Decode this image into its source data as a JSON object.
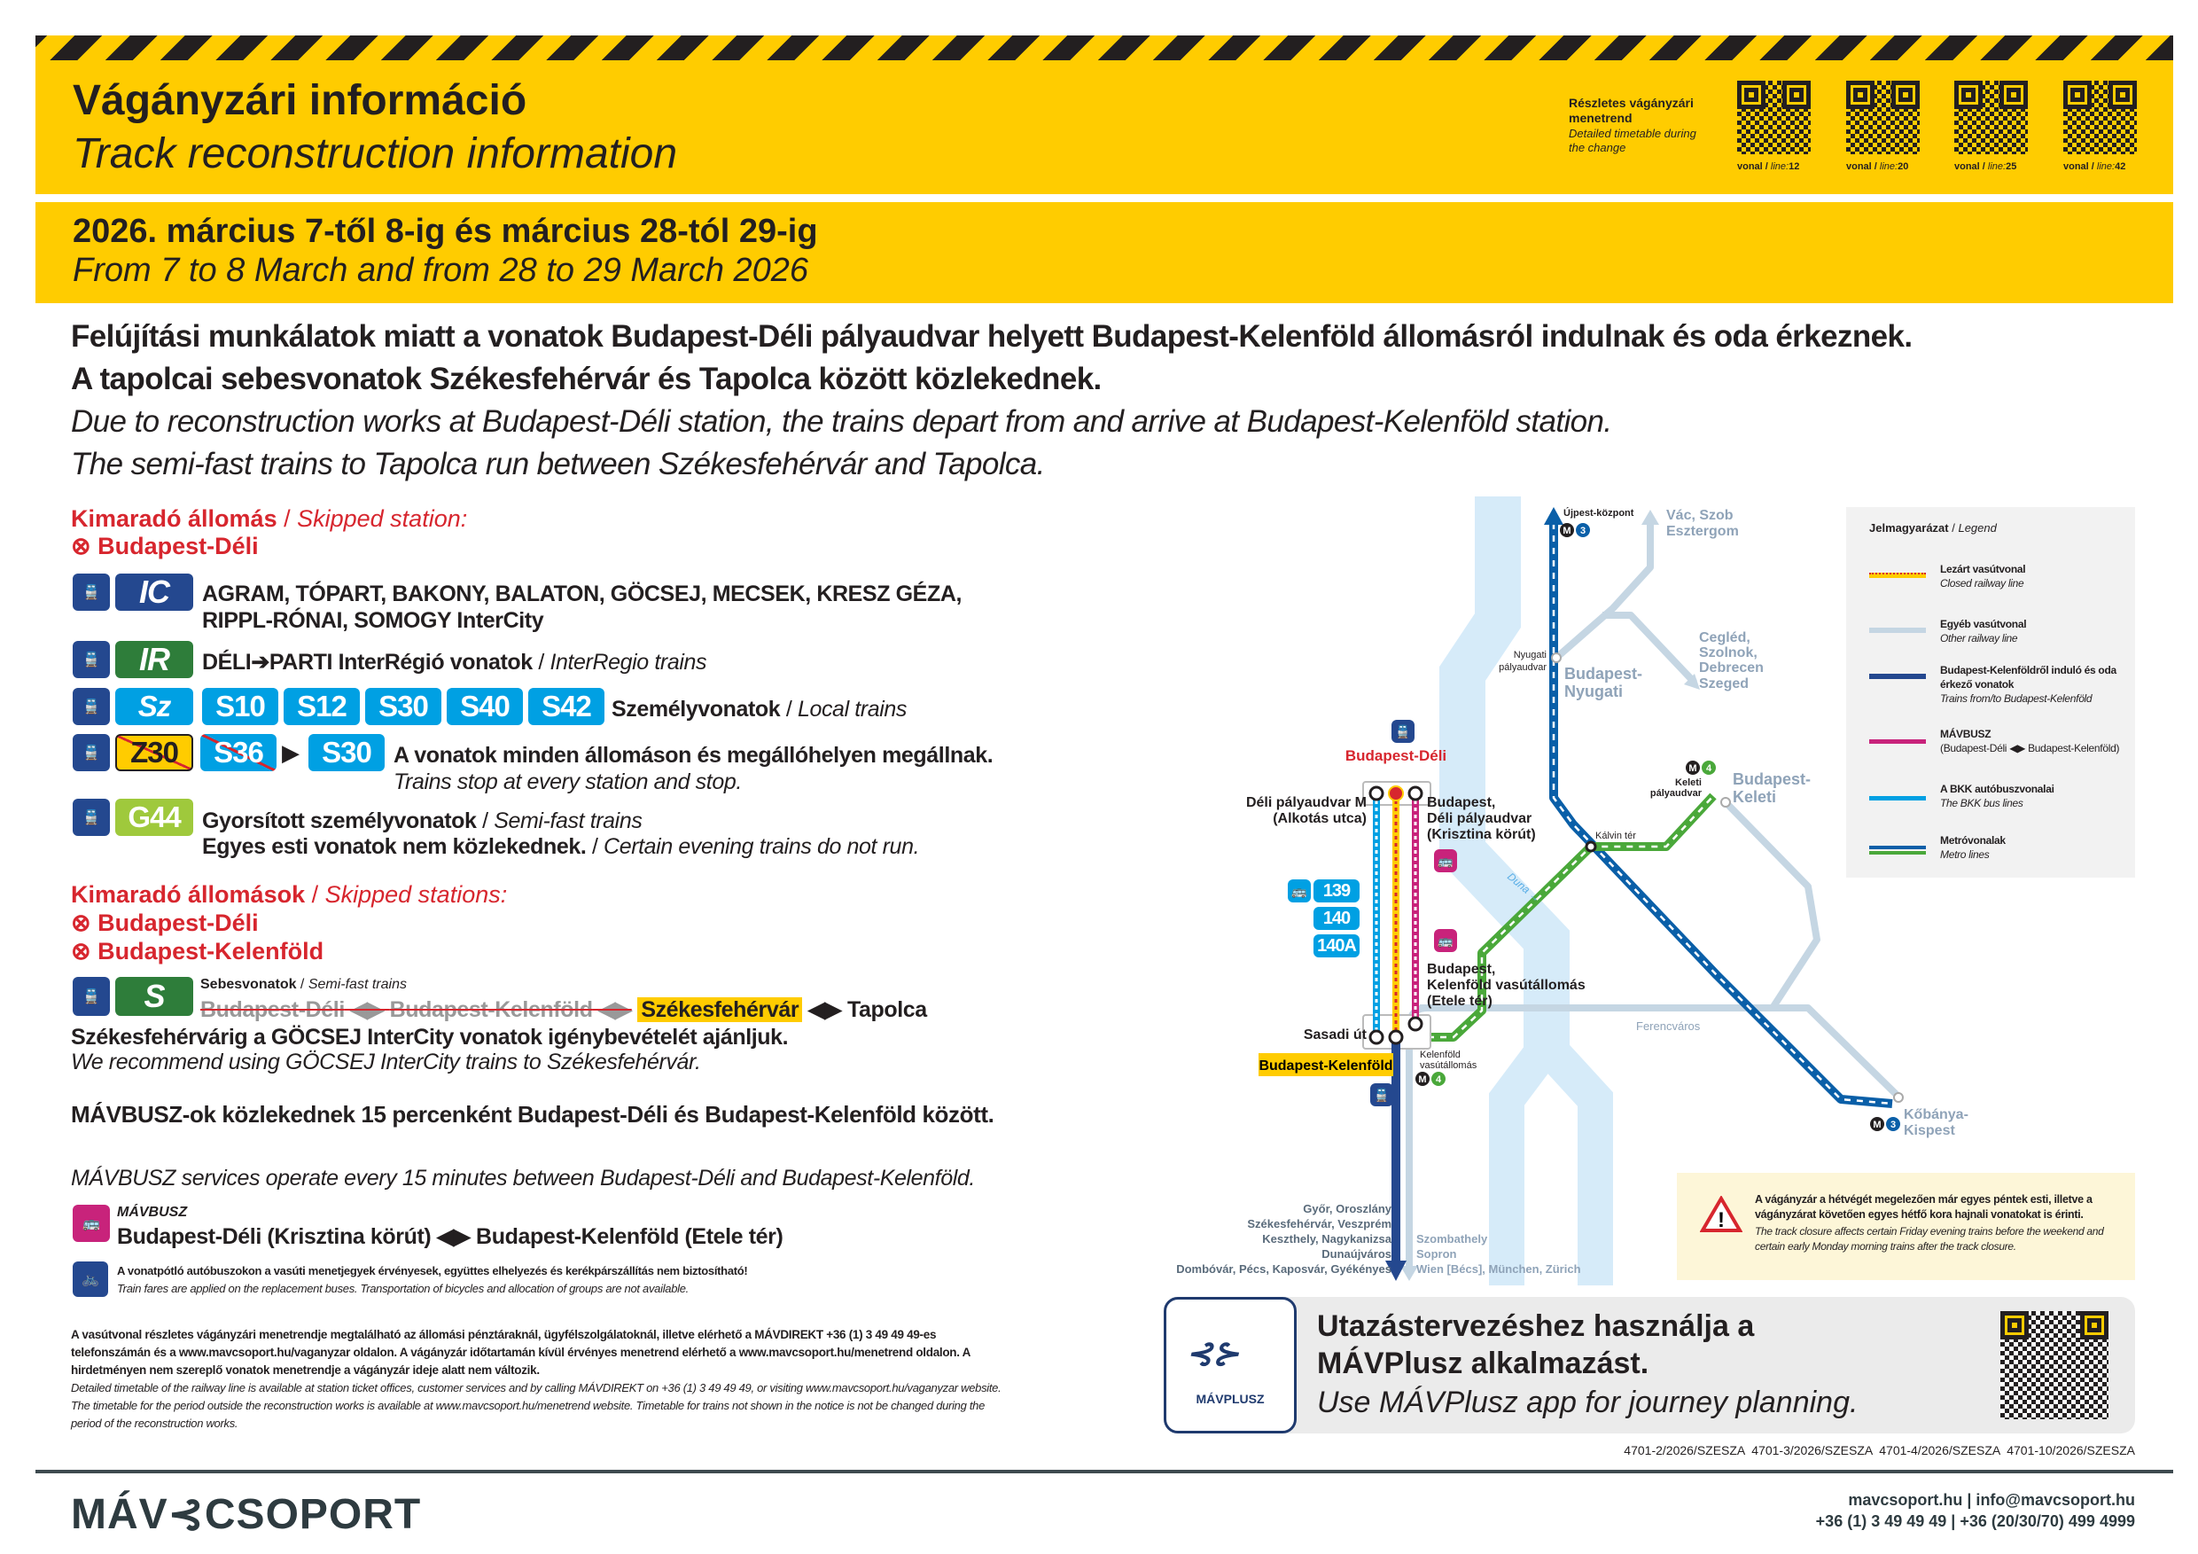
{
  "header": {
    "title_hu": "Vágányzári információ",
    "title_en": "Track reconstruction information",
    "timetable_hu": "Részletes vágányzári menetrend",
    "timetable_en": "Detailed timetable during the change",
    "qr_lines": [
      {
        "label": "vonal / ",
        "italic": "line:",
        "num": "12"
      },
      {
        "label": "vonal / ",
        "italic": "line:",
        "num": "20"
      },
      {
        "label": "vonal / ",
        "italic": "line:",
        "num": "25"
      },
      {
        "label": "vonal / ",
        "italic": "line:",
        "num": "42"
      }
    ]
  },
  "dates": {
    "hu": "2026. március 7-től 8-ig és március 28-tól 29-ig",
    "en": "From 7 to 8 March and from 28 to 29 March 2026"
  },
  "intro": {
    "hu1": "Felújítási munkálatok miatt a vonatok Budapest-Déli pályaudvar helyett Budapest-Kelenföld állomásról indulnak és oda érkeznek.",
    "hu2": "A tapolcai sebesvonatok Székesfehérvár és Tapolca között közlekednek.",
    "en1": "Due to reconstruction works at Budapest-Déli station, the trains depart from and arrive at Budapest-Kelenföld station.",
    "en2": "The semi-fast trains to Tapolca run between Székesfehérvár and Tapolca."
  },
  "section1": {
    "heading_hu": "Kimaradó állomás",
    "sep": " / ",
    "heading_en": "Skipped station:",
    "station": "Budapest-Déli",
    "ic_badge": "IC",
    "ic_text1": "AGRAM, TÓPART, BAKONY, BALATON, GÖCSEJ, MECSEK, KRESZ GÉZA,",
    "ic_text2": "RIPPL-RÓNAI, SOMOGY InterCity",
    "ir_badge": "IR",
    "ir_text_hu": "DÉLI➔PARTI InterRégió vonatok",
    "ir_text_en": "InterRegio trains",
    "sz_badge": "Sz",
    "s_lines": [
      "S10",
      "S12",
      "S30",
      "S40",
      "S42"
    ],
    "local_hu": "Személyvonatok",
    "local_en": "Local trains",
    "z30": "Z30",
    "s36": "S36",
    "s30": "S30",
    "stop_hu": "A vonatok minden állomáson és megállóhelyen megállnak.",
    "stop_en": "Trains stop at every station and stop.",
    "g44": "G44",
    "g44_hu": "Gyorsított személyvonatok",
    "g44_en": "Semi-fast trains",
    "g44_note_hu": "Egyes esti vonatok nem közlekednek.",
    "g44_note_en": "Certain evening trains do not run."
  },
  "section2": {
    "heading_hu": "Kimaradó állomások",
    "sep": " / ",
    "heading_en": "Skipped stations:",
    "stations": [
      "Budapest-Déli",
      "Budapest-Kelenföld"
    ],
    "s_badge": "S",
    "sebes_hu": "Sebesvonatok",
    "sebes_en": "Semi-fast trains",
    "route_closed": [
      "Budapest-Déli",
      "Budapest-Kelenföld"
    ],
    "route_open": [
      "Székesfehérvár",
      "Tapolca"
    ],
    "recommend_hu": "Székesfehérvárig a GÖCSEJ InterCity vonatok igénybevételét ajánljuk.",
    "recommend_en": "We recommend using GÖCSEJ InterCity trains to Székesfehérvár."
  },
  "bus": {
    "hu": "MÁVBUSZ-ok közlekednek 15 percenként Budapest-Déli és Budapest-Kelenföld között.",
    "en": "MÁVBUSZ services operate every 15 minutes between Budapest-Déli and Budapest-Kelenföld.",
    "brand": "MÁVBUSZ",
    "route": "Budapest-Déli (Krisztina körút) ◀▶ Budapest-Kelenföld (Etele tér)",
    "fares_hu": "A vonatpótló autóbuszokon a vasúti menetjegyek érvényesek, együttes elhelyezés és kerékpárszállítás nem biztosítható!",
    "fares_en": "Train fares are applied on the replacement buses. Transportation of bicycles and allocation of groups are not available."
  },
  "info": {
    "hu": "A vasútvonal részletes vágányzári menetrendje megtalálható az állomási pénztáraknál, ügyfélszolgálatoknál, illetve elérhető a MÁVDIREKT +36 (1) 3 49 49 49-es telefonszámán és a www.mavcsoport.hu/vaganyzar oldalon. A vágányzár időtartamán kívül érvényes menetrend elérhető a www.mavcsoport.hu/menetrend oldalon. A hirdetményen nem szereplő vonatok menetrendje a vágányzár ideje alatt nem változik.",
    "en": "Detailed timetable of the railway line is available at station ticket offices, customer services and by calling MÁVDIREKT on +36 (1) 3 49 49 49, or visiting www.mavcsoport.hu/vaganyzar website. The timetable for the period outside the reconstruction works is available at www.mavcsoport.hu/menetrend website. Timetable for trains not shown in the notice is not be changed during the period of the reconstruction works."
  },
  "map": {
    "deli_title": "Budapest-Déli",
    "deli_metro": [
      "Déli pályaudvar M",
      "(Alkotás utca)"
    ],
    "deli_bus": [
      "Budapest,",
      "Déli pályaudvar",
      "(Krisztina körút)"
    ],
    "kelenfold_bus": [
      "Budapest,",
      "Kelenföld vasútállomás",
      "(Etele tér)"
    ],
    "sasadi": "Sasadi út",
    "kelenfold": "Budapest-Kelenföld",
    "kelenfold_metro": [
      "Kelenföld",
      "vasútállomás"
    ],
    "bus_lines": [
      "139",
      "140",
      "140A"
    ],
    "ujpest": "Újpest-központ",
    "vac": [
      "Vác, Szob",
      "Esztergom"
    ],
    "nyugati_metro": [
      "Nyugati",
      "pályaudvar"
    ],
    "nyugati": [
      "Budapest-",
      "Nyugati"
    ],
    "cegled": [
      "Cegléd,",
      "Szolnok,",
      "Debrecen",
      "Szeged"
    ],
    "keleti_metro": [
      "Keleti",
      "pályaudvar"
    ],
    "keleti": [
      "Budapest-",
      "Keleti"
    ],
    "kalvin": "Kálvin tér",
    "duna": "Duna →",
    "ferencvaros": "Ferencváros",
    "kobanya": [
      "Kőbánya-",
      "Kispest"
    ],
    "m3": "3",
    "m4": "4",
    "dest_blue": [
      "Győr, Oroszlány",
      "Székesfehérvár, Veszprém",
      "Keszthely, Nagykanizsa",
      "Dunaújváros",
      "Dombóvár, Pécs, Kaposvár, Gyékényes"
    ],
    "dest_grey": [
      "Szombathely",
      "Sopron",
      "Wien [Bécs], München, Zürich"
    ]
  },
  "legend": {
    "title": "Jelmagyarázat",
    "title_en": "Legend",
    "items": [
      {
        "hu": "Lezárt vasútvonal",
        "en": "Closed railway line"
      },
      {
        "hu": "Egyéb vasútvonal",
        "en": "Other railway line"
      },
      {
        "hu": "Budapest-Kelenföldről induló és oda érkező vonatok",
        "en": "Trains from/to Budapest-Kelenföld"
      },
      {
        "hu": "MÁVBUSZ",
        "en": "(Budapest-Déli ◀▶ Budapest-Kelenföld)"
      },
      {
        "hu": "A BKK autóbuszvonalai",
        "en": "The BKK bus lines"
      },
      {
        "hu": "Metróvonalak",
        "en": "Metro lines"
      }
    ]
  },
  "warning": {
    "hu": "A vágányzár a hétvégét megelezően már egyes péntek esti, illetve a vágányzárat követően egyes hétfő kora hajnali vonatokat is érinti.",
    "en": "The track closure affects certain Friday evening trains before the weekend and certain early Monday morning trains after the track closure."
  },
  "app": {
    "logo": "MÁVPLUSZ",
    "hu1": "Utazástervezéshez használja a",
    "hu2": "MÁVPlusz alkalmazást.",
    "en": "Use MÁVPlusz app for journey planning."
  },
  "codes": "4701-2/2026/SZESZA  4701-3/2026/SZESZA  4701-4/2026/SZESZA  4701-10/2026/SZESZA",
  "footer": {
    "logo": "MÁV⊰CSOPORT",
    "contact1": "mavcsoport.hu | info@mavcsoport.hu",
    "contact2": "+36 (1) 3 49 49 49 | +36 (20/30/70) 499 4999"
  },
  "colors": {
    "yellow": "#ffcc00",
    "red": "#d7262e",
    "navy": "#24488f",
    "sky": "#00a0e3",
    "green": "#2e7d3a",
    "lime": "#9fc93c",
    "magenta": "#c8237b",
    "metro3": "#0a5fa8",
    "metro4": "#4aa83a"
  }
}
